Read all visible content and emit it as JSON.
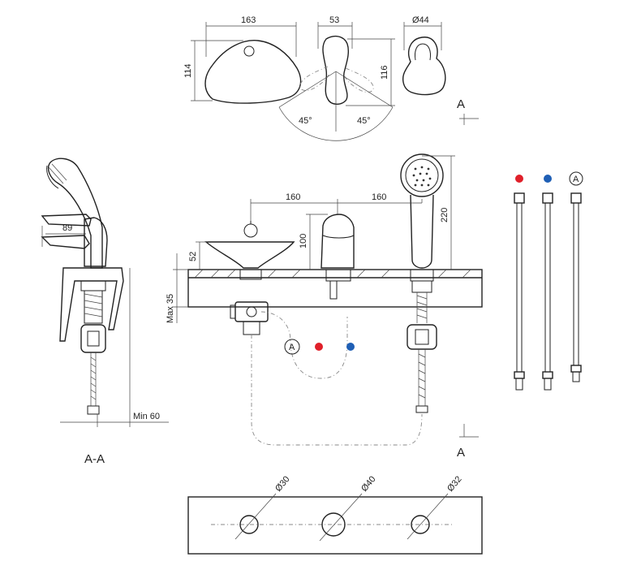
{
  "top_view": {
    "dim_width_left": "163",
    "dim_width_mid": "53",
    "dim_dia_right": "Ø44",
    "dim_height_left": "114",
    "dim_height_right": "116",
    "angle_left": "45°",
    "angle_right": "45°",
    "section_mark_top": "A"
  },
  "side_section": {
    "dim_spout": "89",
    "dim_min_depth": "Min 60",
    "section_title": "A-A"
  },
  "front_view": {
    "dim_spacing_left": "160",
    "dim_spacing_right": "160",
    "dim_height_220": "220",
    "dim_height_100": "100",
    "dim_height_52": "52",
    "dim_max_thickness": "Max 35",
    "connector_label": "A",
    "section_mark_bottom": "A"
  },
  "hoses": {
    "label_third": "A"
  },
  "holes": {
    "dia_left": "Ø30",
    "dia_mid": "Ø40",
    "dia_right": "Ø32"
  },
  "colors": {
    "hot": "#e0202a",
    "cold": "#1f5fb5"
  }
}
